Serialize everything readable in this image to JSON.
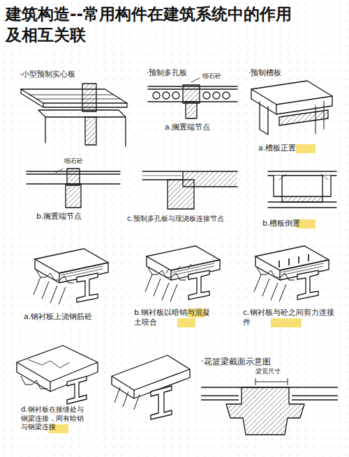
{
  "diagram": {
    "title": "建筑构造--常用构件在建筑系统中的作用及相互关联",
    "labels": [
      "·小型预制实心板",
      "·预制多孔板",
      "细石砼",
      "a.搁置端节点",
      "·预制槽板",
      "a.槽板正置",
      "细石砼",
      "b.搁置端节点",
      "c.预制多孔板与现浇板连接节点",
      "b.槽板倒置",
      "a.钢衬板上浇钢筋砼",
      "b.钢衬板以暗销与混凝土咬合",
      "c.钢衬板与砼之间剪力连接件",
      "d.钢衬板在接缝处与钢梁连接，间有暗销与钢梁连接",
      "·花篮梁截面示意图",
      "梁宽尺寸"
    ]
  }
}
